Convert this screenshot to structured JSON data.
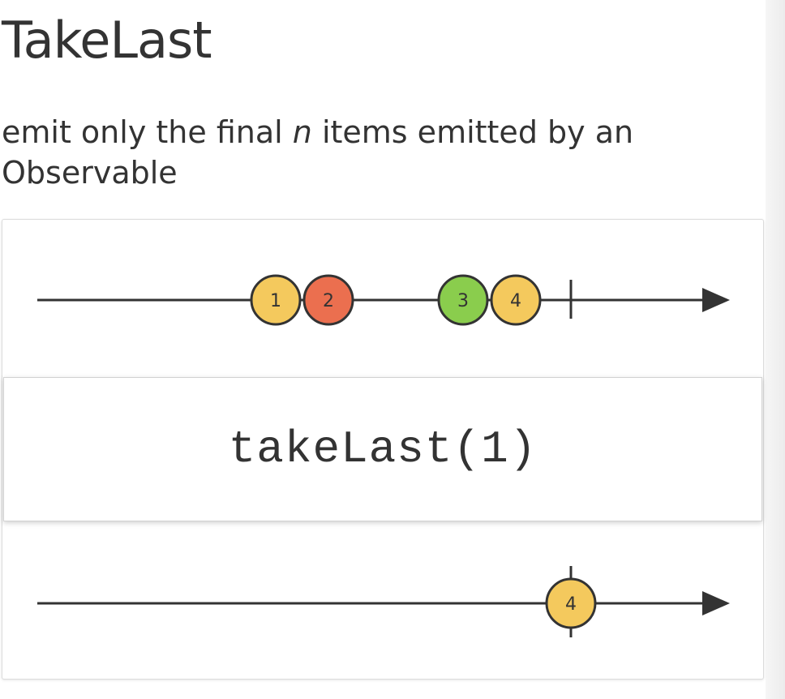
{
  "title": "TakeLast",
  "subtitle": {
    "before": "emit only the final ",
    "emphasis": "n",
    "after": " items emitted by an Observable"
  },
  "diagram": {
    "operator": "takeLast(1)",
    "input_marbles": [
      {
        "label": "1",
        "color": "#F4C95D"
      },
      {
        "label": "2",
        "color": "#EB6F4F"
      },
      {
        "label": "3",
        "color": "#8ACD4D"
      },
      {
        "label": "4",
        "color": "#F4C95D"
      }
    ],
    "output_marbles": [
      {
        "label": "4",
        "color": "#F4C95D"
      }
    ],
    "input_completes": true,
    "output_completes": true
  },
  "colors": {
    "line": "#333333",
    "text": "#333333"
  },
  "icons": {
    "timeline_end": "arrow-head-icon",
    "completion": "completion-tick-icon"
  }
}
